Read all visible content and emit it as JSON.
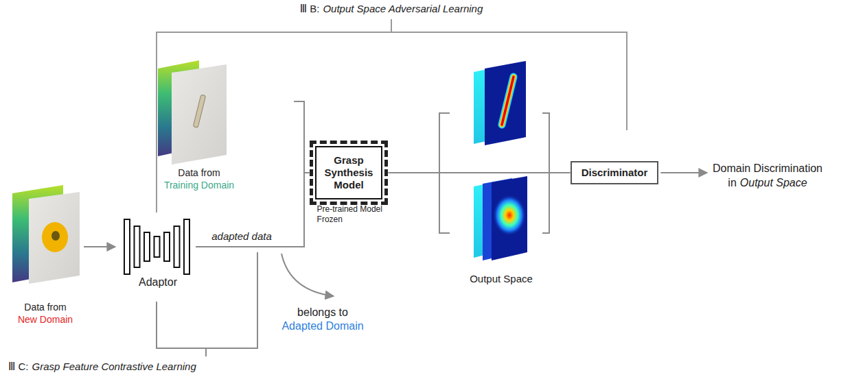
{
  "diagram": {
    "nodes": [
      {
        "text": [
          "Adaptor"
        ]
      },
      {
        "text": [
          "Grasp Synthesis Model",
          "Pre-trained Model Frozen"
        ]
      },
      {
        "text": [
          "Discriminator"
        ]
      }
    ],
    "edges": [
      {
        "from": 0,
        "to": 1,
        "arrow": "none",
        "label": "adapted data"
      },
      {
        "from": 1,
        "to": 2,
        "arrow": "none"
      }
    ],
    "labels": [
      "Ⅲ B:",
      "Output Space Adversarial Learning",
      "Data from",
      "Training Domain",
      "Output Space",
      "Domain Discrimination",
      "in",
      "Output Space",
      "Data from",
      "New Domain",
      "belongs to",
      "Adapted Domain",
      "Ⅲ C:",
      "Grasp Feature Contrastive Learning"
    ]
  }
}
